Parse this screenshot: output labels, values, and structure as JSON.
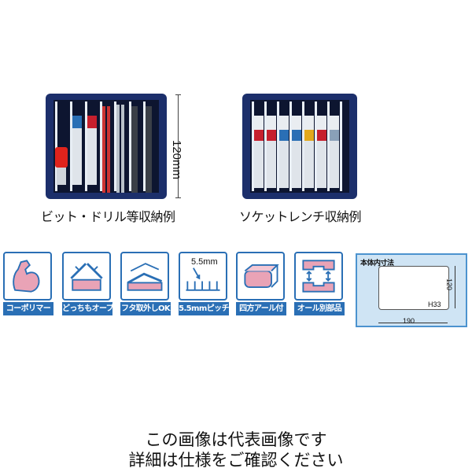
{
  "product": {
    "left_case_caption": "ビット・ドリル等収納例",
    "right_case_caption": "ソケットレンチ収納例",
    "height_dimension": "120mm"
  },
  "features": [
    {
      "label": "コーポリマー",
      "icon": "strong-arm-icon"
    },
    {
      "label": "どっちもオープン",
      "icon": "open-both-sides-icon"
    },
    {
      "label": "フタ取外しOK",
      "icon": "lid-removable-icon"
    },
    {
      "label": "5.5mmピッチ",
      "icon": "pitch-icon",
      "pitch_text": "5.5mm"
    },
    {
      "label": "四方アール付",
      "icon": "rounded-corners-icon"
    },
    {
      "label": "オール別部品",
      "icon": "separate-parts-icon"
    }
  ],
  "inner_size": {
    "title": "本体内寸法",
    "width": "190",
    "depth": "120",
    "height": "H33"
  },
  "disclaimer": {
    "line1": "この画像は代表画像です",
    "line2": "詳細は仕様をご確認ください"
  },
  "colors": {
    "case_navy": "#1c2f6b",
    "icon_blue": "#2a6fb5",
    "icon_pink": "#e9a3b6",
    "panel_bg": "#cfe4f4"
  }
}
